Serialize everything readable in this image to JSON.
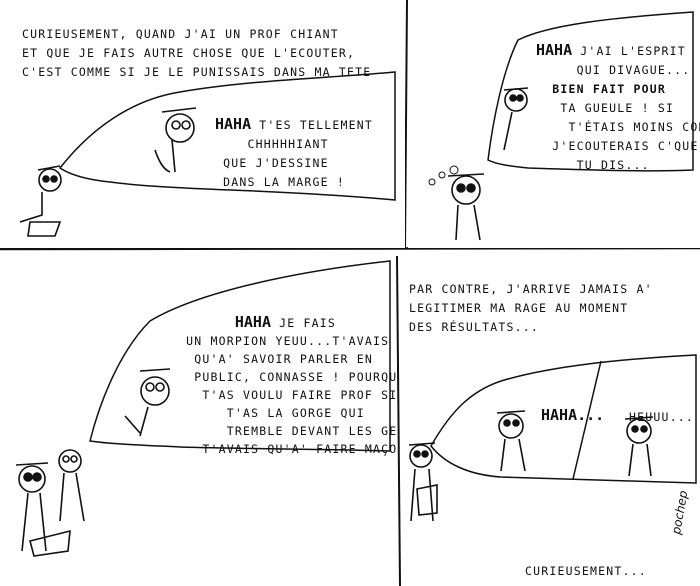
{
  "panels": [
    {
      "caption": [
        "CURIEUSEMENT, QUAND J'AI UN PROF CHIANT",
        "ET QUE JE FAIS AUTRE CHOSE QUE L'ECOUTER,",
        "C'EST COMME SI JE LE PUNISSAIS DANS MA TETE"
      ],
      "bubble": {
        "haha": "HAHA",
        "lines": [
          "T'ES TELLEMENT",
          "CHHHHHIANT",
          "QUE J'DESSINE",
          "DANS LA MARGE !"
        ]
      }
    },
    {
      "bubble": {
        "haha": "HAHA",
        "lines": [
          "J'AI L'ESPRIT",
          "QUI DIVAGUE...",
          "BIEN FAIT POUR",
          "TA GUEULE ! SI",
          "T'ÉTAIS MOINS CONNE,",
          "J'ECOUTERAIS C'QUE",
          "TU DIS..."
        ]
      }
    },
    {
      "bubble": {
        "haha": "HAHA",
        "lines": [
          "JE FAIS",
          "UN MORPION YEUU...T'AVAIS",
          "QU'A' SAVOIR PARLER EN",
          "PUBLIC, CONNASSE ! POURQUOI",
          "T'AS VOULU FAIRE PROF SI",
          "T'AS LA GORGE QUI",
          "TREMBLE DEVANT LES GENS,",
          "T'AVAIS QU'A' FAIRE MAÇON !"
        ]
      }
    },
    {
      "caption": [
        "PAR CONTRE, J'ARRIVE JAMAIS A'",
        "LEGITIMER MA RAGE AU MOMENT",
        "DES RÉSULTATS..."
      ],
      "bubble": {
        "haha": "HAHA...",
        "reply": "HEUUU..."
      },
      "footer": "CURIEUSEMENT...",
      "signature": "pochep"
    }
  ]
}
